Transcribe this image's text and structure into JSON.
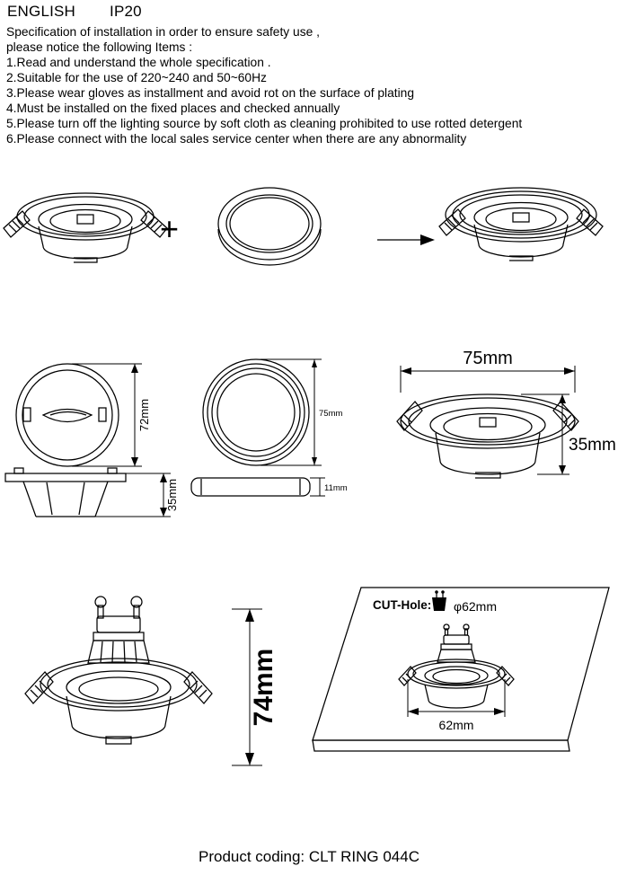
{
  "colors": {
    "ink": "#000000",
    "background": "#ffffff"
  },
  "header": {
    "language": "ENGLISH",
    "protection_rating": "IP20"
  },
  "instructions": {
    "intro": [
      "Specification of installation in order to ensure safety use ,",
      "please notice the following Items :"
    ],
    "items": [
      "1.Read and understand the whole specification .",
      "2.Suitable for the use of 220~240 and 50~60Hz",
      "3.Please wear gloves as installment and avoid rot on the surface of plating",
      "4.Must be installed on the fixed places and checked annually",
      "5.Please turn off the lighting source by soft cloth as cleaning prohibited to use rotted detergent",
      "6.Please connect with the local sales service center when there are any abnormality"
    ]
  },
  "assembly": {
    "plus_sign": "+"
  },
  "dimensions": {
    "housing_top_diameter": "72mm",
    "housing_profile_height": "35mm",
    "ring_outer_diameter": "75mm",
    "ring_height": "11mm",
    "overall_diameter": "75mm",
    "recess_height": "35mm",
    "total_height": "74mm"
  },
  "cutout": {
    "label": "CUT-Hole:",
    "hole_diameter": "φ62mm",
    "hole_width": "62mm"
  },
  "footer": {
    "product_coding": "Product coding: CLT RING 044C"
  }
}
